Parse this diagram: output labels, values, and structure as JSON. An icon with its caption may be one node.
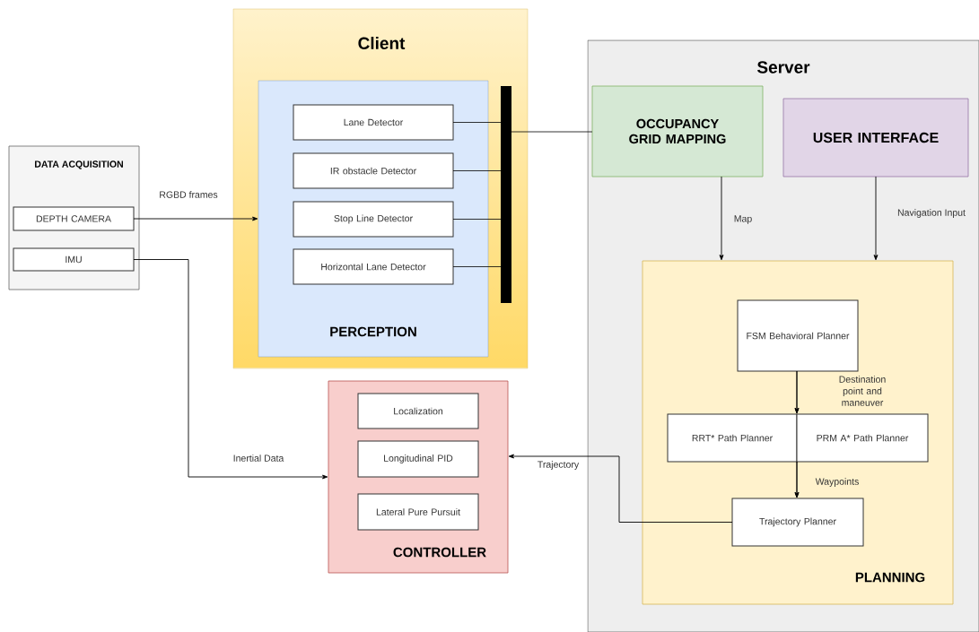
{
  "diagram": {
    "nodes": [
      {
        "text": [
          "Client"
        ]
      },
      {
        "text": [
          "PERCEPTION"
        ],
        "in": 0
      },
      {
        "text": [
          "Lane Detector"
        ],
        "in": 1
      },
      {
        "text": [
          "IR obstacle Detector"
        ],
        "in": 1
      },
      {
        "text": [
          "Stop Line Detector"
        ],
        "in": 1
      },
      {
        "text": [
          "Horizontal Lane Detector"
        ],
        "in": 1
      },
      {
        "text": [],
        "shape": "bar",
        "in": 0
      },
      {
        "text": [
          "DATA ACQUISITION"
        ]
      },
      {
        "text": [
          "DEPTH CAMERA"
        ],
        "in": 7
      },
      {
        "text": [
          "IMU"
        ],
        "in": 7
      },
      {
        "text": [
          "Server"
        ]
      },
      {
        "text": [
          "OCCUPANCY GRID MAPPING"
        ],
        "in": 10
      },
      {
        "text": [
          "USER INTERFACE"
        ],
        "in": 10
      },
      {
        "text": [
          "PLANNING"
        ],
        "in": 10
      },
      {
        "text": [
          "FSM Behavioral Planner"
        ],
        "in": 13
      },
      {
        "text": [
          "RRT* Path Planner"
        ],
        "in": 13
      },
      {
        "text": [
          "PRM A* Path Planner"
        ],
        "in": 13
      },
      {
        "text": [
          "Trajectory Planner"
        ],
        "in": 13
      },
      {
        "text": [
          "CONTROLLER"
        ]
      },
      {
        "text": [
          "Localization"
        ],
        "in": 18
      },
      {
        "text": [
          "Longitudinal PID"
        ],
        "in": 18
      },
      {
        "text": [
          "Lateral Pure Pursuit"
        ],
        "in": 18
      }
    ],
    "edges": [
      {
        "from": 2,
        "to": 6,
        "arrow": "none"
      },
      {
        "from": 3,
        "to": 6,
        "arrow": "none"
      },
      {
        "from": 4,
        "to": 6,
        "arrow": "none"
      },
      {
        "from": 5,
        "to": 6,
        "arrow": "none"
      },
      {
        "from": 6,
        "to": 11,
        "arrow": "none"
      },
      {
        "from": 8,
        "to": 1,
        "arrow": "to",
        "label": "RGBD frames"
      },
      {
        "from": 9,
        "to": 18,
        "arrow": "to",
        "label": "Inertial Data"
      },
      {
        "from": 11,
        "to": 13,
        "arrow": "to",
        "label": "Map"
      },
      {
        "from": 12,
        "to": 13,
        "arrow": "to",
        "label": "Navigation Input"
      },
      {
        "from": 14,
        "to": 15,
        "arrow": "to",
        "label": "Destination point and maneuver"
      },
      {
        "from": 14,
        "to": 16,
        "arrow": "to"
      },
      {
        "from": 15,
        "to": 17,
        "arrow": "to",
        "label": "Waypoints"
      },
      {
        "from": 16,
        "to": 17,
        "arrow": "to"
      },
      {
        "from": 17,
        "to": 18,
        "arrow": "to",
        "label": "Trajectory"
      }
    ]
  }
}
